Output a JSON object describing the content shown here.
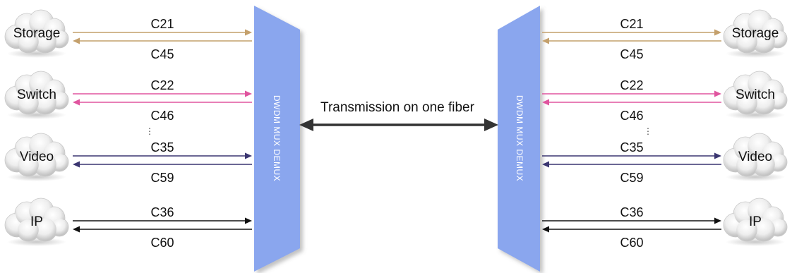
{
  "mux_label": "DWDM MUX DEMUX",
  "fiber_label": "Transmission on one fiber",
  "ellipsis": "⋮",
  "colors": {
    "mux_fill": "#8aa6ee",
    "storage": "#c4a06c",
    "switch": "#e0559f",
    "video": "#3a3570",
    "ip": "#111111",
    "fiber": "#333333"
  },
  "channels": [
    {
      "cloud": "Storage",
      "tx": "C21",
      "rx": "C45",
      "color_key": "storage"
    },
    {
      "cloud": "Switch",
      "tx": "C22",
      "rx": "C46",
      "color_key": "switch"
    },
    {
      "cloud": "Video",
      "tx": "C35",
      "rx": "C59",
      "color_key": "video"
    },
    {
      "cloud": "IP",
      "tx": "C36",
      "rx": "C60",
      "color_key": "ip"
    }
  ]
}
